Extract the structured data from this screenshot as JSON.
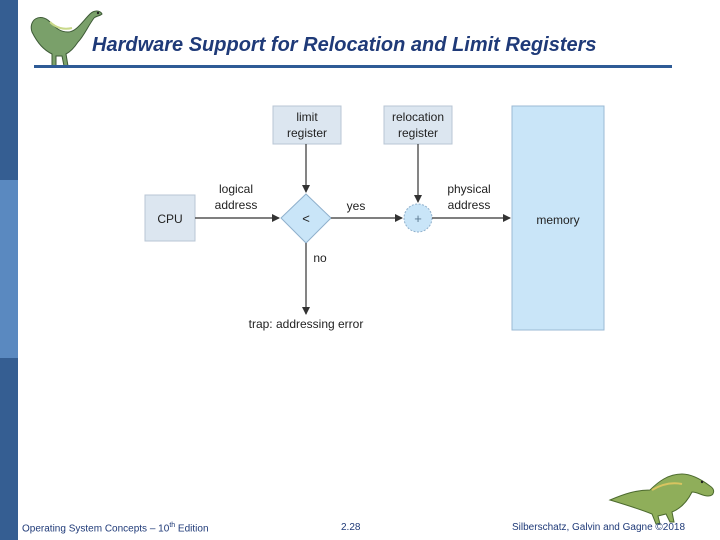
{
  "slide": {
    "title": "Hardware Support for Relocation and Limit Registers",
    "colors": {
      "title": "#1f3a78",
      "rule": "#2e5b96",
      "sidebar_dark": "#355e92",
      "sidebar_light": "#5a89c0",
      "box_fill": "#dce6f0",
      "memory_fill": "#c9e5f8",
      "diamond_fill": "#c9e5f8",
      "arrow": "#333333"
    }
  },
  "diagram": {
    "limit_register": [
      "limit",
      "register"
    ],
    "relocation_register": [
      "relocation",
      "register"
    ],
    "cpu": "CPU",
    "logical_address": [
      "logical",
      "address"
    ],
    "compare_symbol": "<",
    "yes": "yes",
    "no": "no",
    "add_symbol": "+",
    "physical_address": [
      "physical",
      "address"
    ],
    "memory": "memory",
    "trap": "trap: addressing error"
  },
  "footer": {
    "left_prefix": "Operating System Concepts – 10",
    "left_sup": "th",
    "left_suffix": " Edition",
    "center": "2.28",
    "right": "Silberschatz, Galvin and Gagne ©2018"
  }
}
